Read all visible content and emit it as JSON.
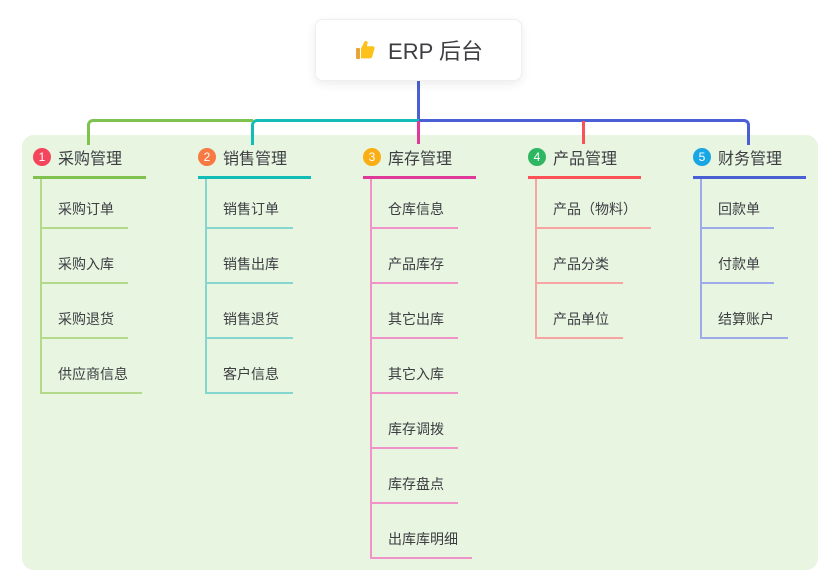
{
  "root": {
    "label": "ERP 后台",
    "icon": "thumbs-up-icon"
  },
  "colors": {
    "panel": "#e7f5e1",
    "green": "#80c24f",
    "teal": "#13bdb7",
    "magenta": "#df3a9a",
    "red": "#fa5256",
    "blue": "#4a5fd3"
  },
  "branches": [
    {
      "badge": "1",
      "label": "采购管理",
      "badge_color": "#f4455c",
      "color": "#80c24f",
      "light_color": "#b3da8b",
      "children": [
        "采购订单",
        "采购入库",
        "采购退货",
        "供应商信息"
      ]
    },
    {
      "badge": "2",
      "label": "销售管理",
      "badge_color": "#f77a43",
      "color": "#13bdb7",
      "light_color": "#84d6cf",
      "children": [
        "销售订单",
        "销售出库",
        "销售退货",
        "客户信息"
      ]
    },
    {
      "badge": "3",
      "label": "库存管理",
      "badge_color": "#fbae13",
      "color": "#df3a9a",
      "light_color": "#ef93c8",
      "children": [
        "仓库信息",
        "产品库存",
        "其它出库",
        "其它入库",
        "库存调拨",
        "库存盘点",
        "出库库明细"
      ]
    },
    {
      "badge": "4",
      "label": "产品管理",
      "badge_color": "#2eb662",
      "color": "#fa5256",
      "light_color": "#f8a3a4",
      "children": [
        "产品（物料）",
        "产品分类",
        "产品单位"
      ]
    },
    {
      "badge": "5",
      "label": "财务管理",
      "badge_color": "#19a6e4",
      "color": "#4a5fd3",
      "light_color": "#9dabea",
      "children": [
        "回款单",
        "付款单",
        "结算账户"
      ]
    }
  ]
}
